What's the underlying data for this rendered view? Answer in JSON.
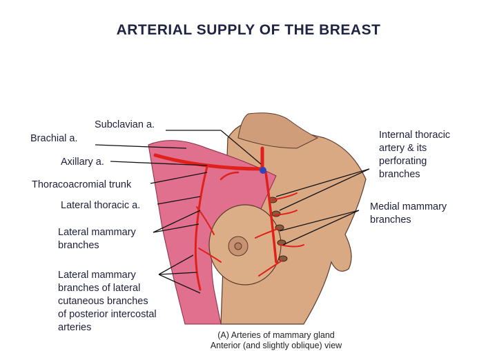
{
  "title": "ARTERIAL SUPPLY OF THE BREAST",
  "labels": {
    "subclavian": "Subclavian a.",
    "brachial": "Brachial a.",
    "axillary": "Axillary a.",
    "thoracoacromial": "Thoracoacromial trunk",
    "lateral_thoracic": "Lateral thoracic a.",
    "lateral_mammary_1": "Lateral mammary",
    "lateral_mammary_2": "branches",
    "lmb_lat_1": "Lateral mammary",
    "lmb_lat_2": "branches of lateral",
    "lmb_lat_3": "cutaneous branches",
    "lmb_lat_4": "of posterior intercostal",
    "lmb_lat_5": "arteries",
    "internal_thoracic_1": "Internal thoracic",
    "internal_thoracic_2": "artery & its",
    "internal_thoracic_3": "perforating",
    "internal_thoracic_4": "branches",
    "medial_mammary_1": "Medial mammary",
    "medial_mammary_2": "branches"
  },
  "caption": {
    "line1": "(A) Arteries of mammary gland",
    "line2": "Anterior (and slightly oblique) view"
  },
  "colors": {
    "title": "#1f2344",
    "artery": "#e0201b",
    "muscle": "#e0708e",
    "skin": "#d9a984"
  }
}
